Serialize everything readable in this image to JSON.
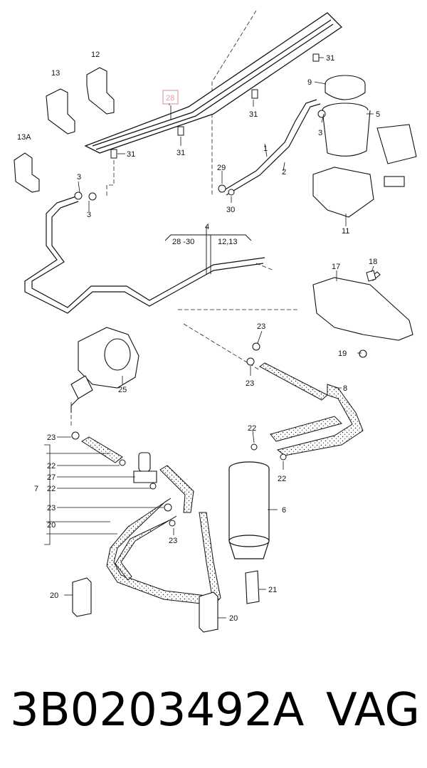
{
  "labels": {
    "p1": "1",
    "p2": "2",
    "p3a": "3",
    "p3b": "3",
    "p3c": "3",
    "p4": "4",
    "p4_left": "28 -30",
    "p4_right": "12,13",
    "p5": "5",
    "p6": "6",
    "p7": "7",
    "p8": "8",
    "p9": "9",
    "p11": "11",
    "p12": "12",
    "p13": "13",
    "p13a": "13A",
    "p17": "17",
    "p18": "18",
    "p19": "19",
    "p20a": "20",
    "p20b": "20",
    "p20c": "20",
    "p21": "21",
    "p22a": "22",
    "p22b": "22",
    "p22c": "22",
    "p22d": "22",
    "p23a": "23",
    "p23b": "23",
    "p23c": "23",
    "p23d": "23",
    "p23e": "23",
    "p25": "25",
    "p27": "27",
    "p28": "28",
    "p29": "29",
    "p30": "30",
    "p31a": "31",
    "p31b": "31",
    "p31c": "31",
    "p31d": "31"
  },
  "highlight_color": "#d8a0a6",
  "footer": {
    "part_number": "3B0203492A",
    "brand": "VAG"
  }
}
